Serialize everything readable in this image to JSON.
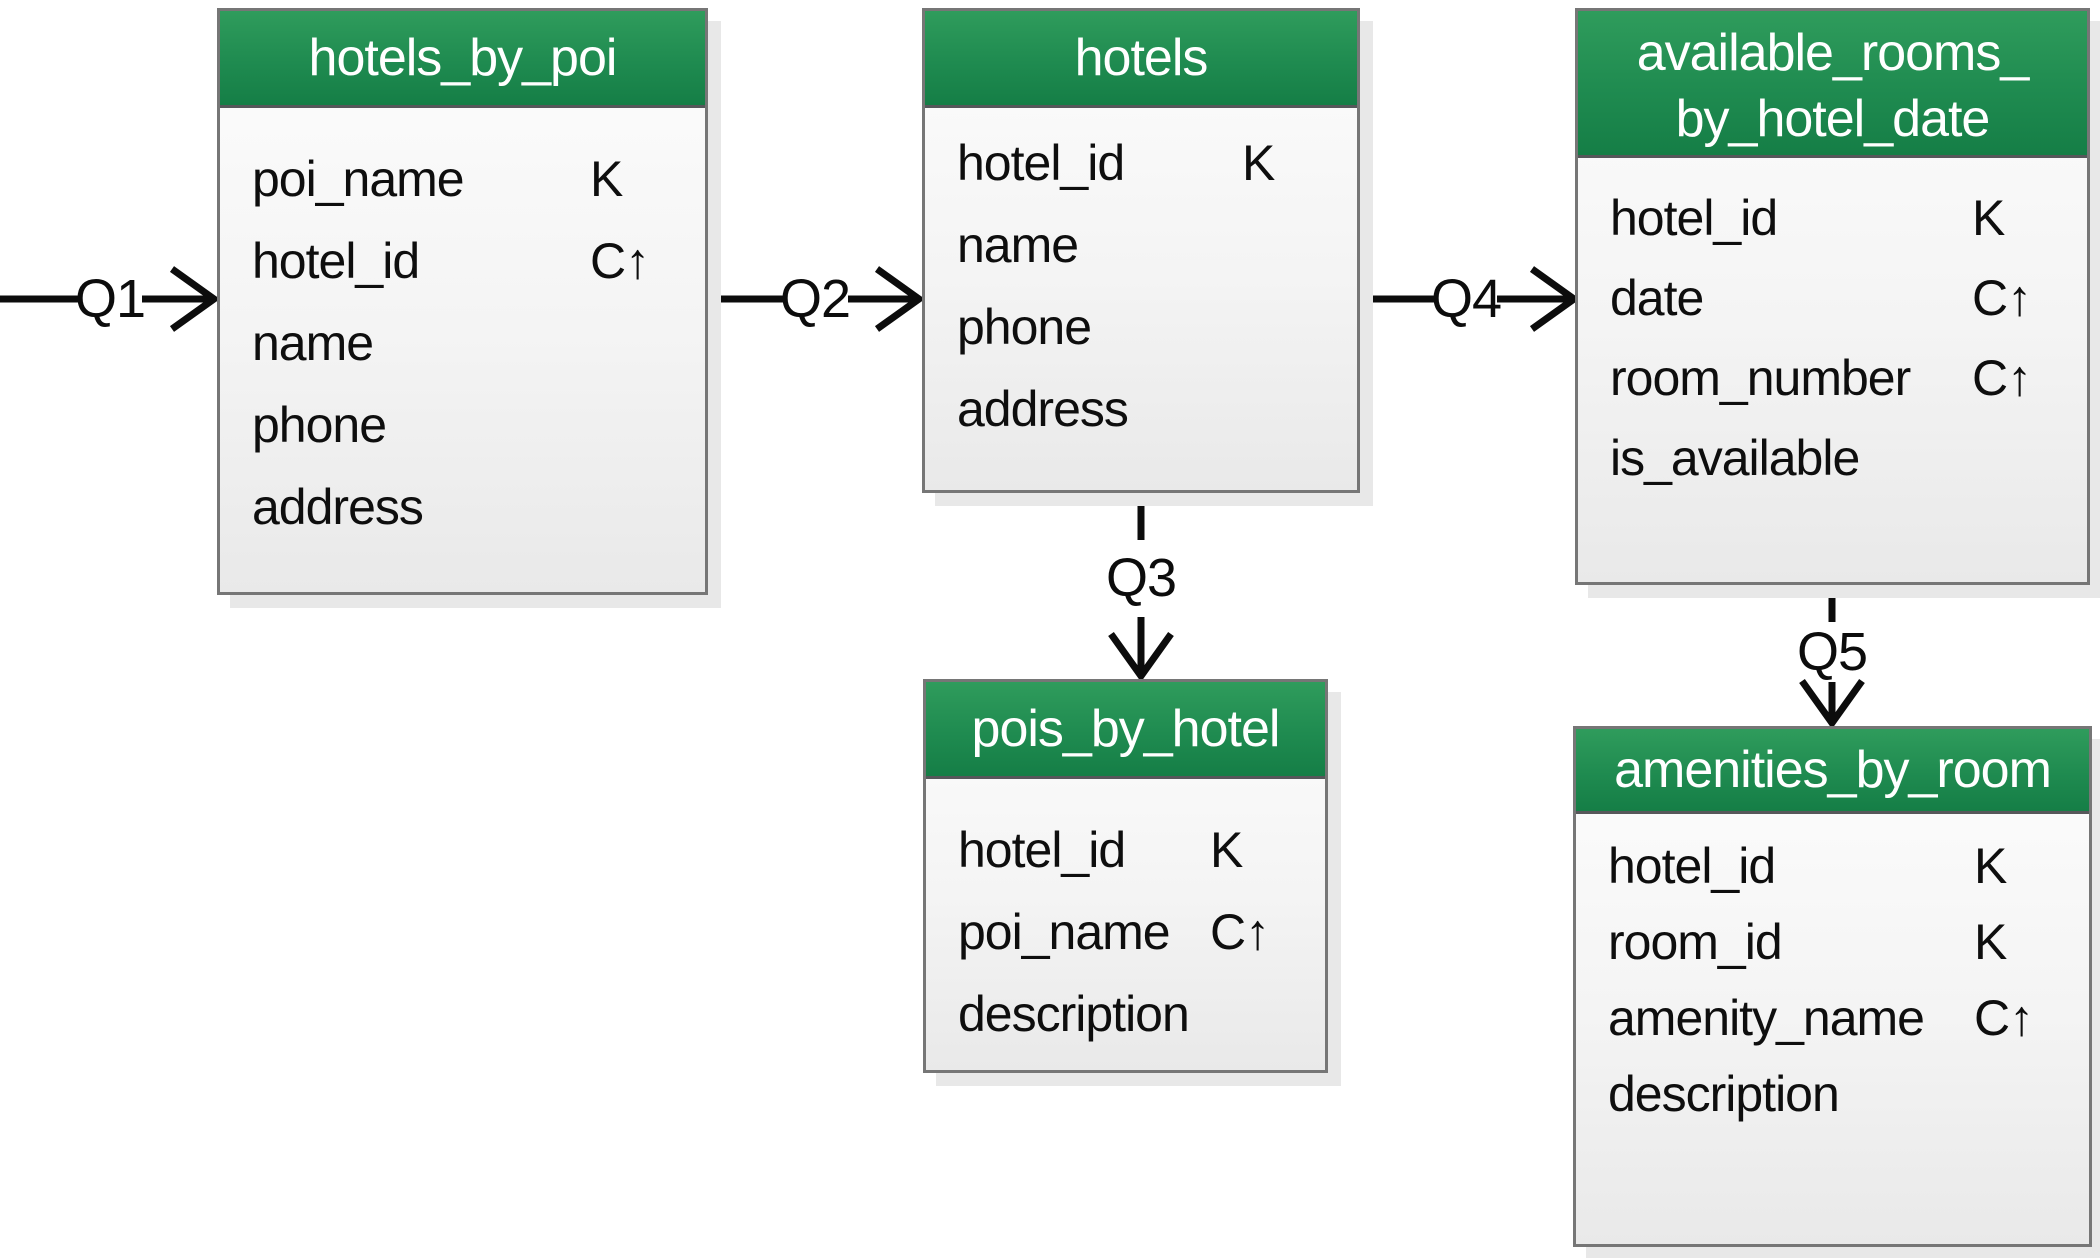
{
  "diagram": {
    "type": "chebotko-database-schema",
    "colors": {
      "table_header_green": "#1f8b50",
      "table_header_text": "#ffffff",
      "table_body_gradient_top": "#fdfdfd",
      "table_body_gradient_bottom": "#e9e9e9",
      "table_border": "#767676",
      "arrow_and_text": "#0c0c0c"
    },
    "key_legend_symbols": {
      "partition_key": "K",
      "clustering_key_asc": "C↑"
    },
    "tables": [
      {
        "title_lines": [
          "hotels_by_poi"
        ],
        "columns": [
          {
            "name": "poi_name",
            "key": "K"
          },
          {
            "name": "hotel_id",
            "key": "C↑"
          },
          {
            "name": "name",
            "key": ""
          },
          {
            "name": "phone",
            "key": ""
          },
          {
            "name": "address",
            "key": ""
          }
        ]
      },
      {
        "title_lines": [
          "hotels"
        ],
        "columns": [
          {
            "name": "hotel_id",
            "key": "K"
          },
          {
            "name": "name",
            "key": ""
          },
          {
            "name": "phone",
            "key": ""
          },
          {
            "name": "address",
            "key": ""
          }
        ]
      },
      {
        "title_lines": [
          "available_rooms_",
          "by_hotel_date"
        ],
        "columns": [
          {
            "name": "hotel_id",
            "key": "K"
          },
          {
            "name": "date",
            "key": "C↑"
          },
          {
            "name": "room_number",
            "key": "C↑"
          },
          {
            "name": "is_available",
            "key": ""
          }
        ]
      },
      {
        "title_lines": [
          "pois_by_hotel"
        ],
        "columns": [
          {
            "name": "hotel_id",
            "key": "K"
          },
          {
            "name": "poi_name",
            "key": "C↑"
          },
          {
            "name": "description",
            "key": ""
          }
        ]
      },
      {
        "title_lines": [
          "amenities_by_room"
        ],
        "columns": [
          {
            "name": "hotel_id",
            "key": "K"
          },
          {
            "name": "room_id",
            "key": "K"
          },
          {
            "name": "amenity_name",
            "key": "C↑"
          },
          {
            "name": "description",
            "key": ""
          }
        ]
      }
    ],
    "queries": [
      {
        "label": "Q1"
      },
      {
        "label": "Q2"
      },
      {
        "label": "Q3"
      },
      {
        "label": "Q4"
      },
      {
        "label": "Q5"
      }
    ]
  }
}
